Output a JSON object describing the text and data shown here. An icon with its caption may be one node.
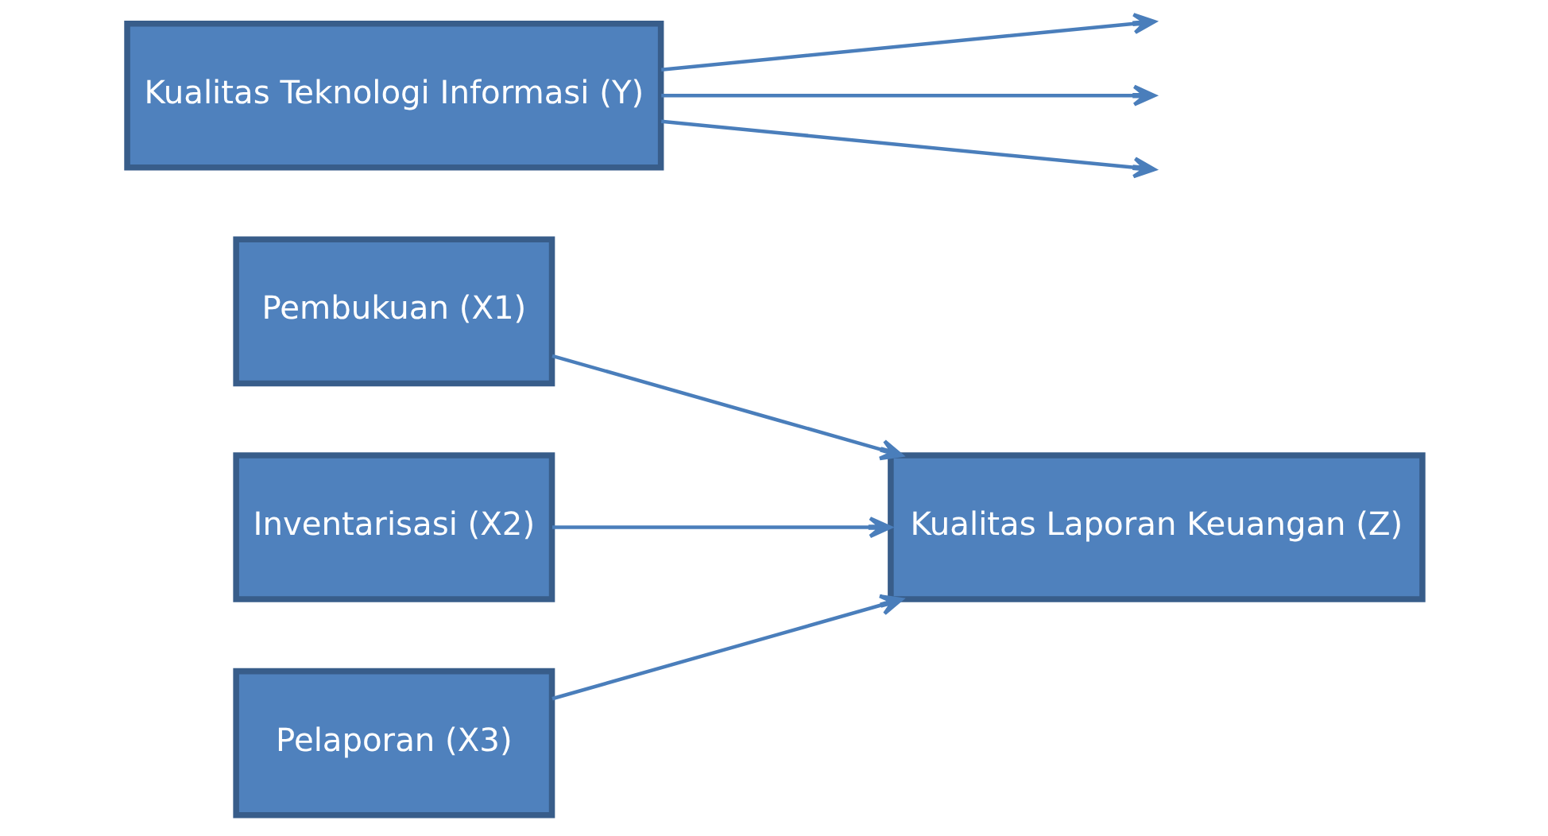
{
  "diagram": {
    "nodes": [
      {
        "text": [
          "Pembukuan (X1)"
        ]
      },
      {
        "text": [
          "Inventarisasi (X2)"
        ]
      },
      {
        "text": [
          "Pelaporan (X3)"
        ]
      },
      {
        "text": [
          "Kualitas Laporan Keuangan (Z)"
        ]
      },
      {
        "text": [
          "Kualitas Teknologi Informasi (Y)"
        ]
      }
    ],
    "edges": [
      {
        "from": 0,
        "to": 3,
        "arrow": "to"
      },
      {
        "from": 1,
        "to": 3,
        "arrow": "to"
      },
      {
        "from": 2,
        "to": 3,
        "arrow": "to"
      },
      {
        "from": 4,
        "to": null,
        "arrow": "to"
      },
      {
        "from": 4,
        "to": null,
        "arrow": "to"
      },
      {
        "from": 4,
        "to": null,
        "arrow": "to"
      }
    ]
  }
}
